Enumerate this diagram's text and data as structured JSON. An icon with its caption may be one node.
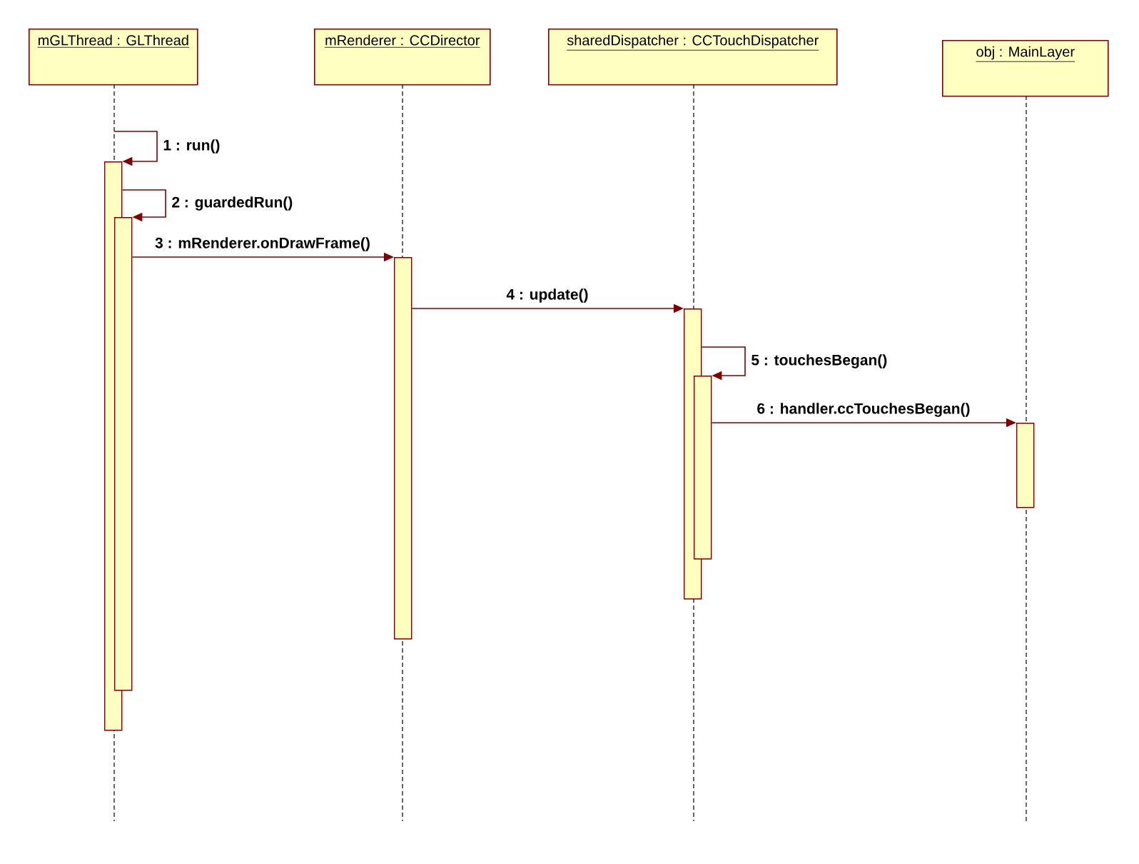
{
  "diagram": {
    "nodes": [
      {
        "text": [
          "mGLThread : GLThread"
        ]
      },
      {
        "text": [
          "mRenderer : CCDirector"
        ]
      },
      {
        "text": [
          "sharedDispatcher : CCTouchDispatcher"
        ]
      },
      {
        "text": [
          "obj : MainLayer"
        ]
      },
      {
        "text": [],
        "shape": "bar"
      },
      {
        "text": [],
        "shape": "bar"
      },
      {
        "text": [],
        "shape": "bar"
      },
      {
        "text": [],
        "shape": "bar"
      },
      {
        "text": [],
        "shape": "bar"
      },
      {
        "text": [],
        "shape": "bar"
      }
    ],
    "edges": [
      {
        "from": null,
        "to": 4,
        "arrow": "to",
        "label": "1 : run()"
      },
      {
        "from": 4,
        "to": 5,
        "arrow": "to",
        "label": "2 : guardedRun()"
      },
      {
        "from": 5,
        "to": 6,
        "arrow": "to",
        "label": "3 : mRenderer.onDrawFrame()"
      },
      {
        "from": 6,
        "to": 7,
        "arrow": "to",
        "label": "4 : update()"
      },
      {
        "from": 7,
        "to": 8,
        "arrow": "to",
        "label": "5 : touchesBegan()"
      },
      {
        "from": 8,
        "to": 9,
        "arrow": "to",
        "label": "6 : handler.ccTouchesBegan()"
      }
    ]
  }
}
